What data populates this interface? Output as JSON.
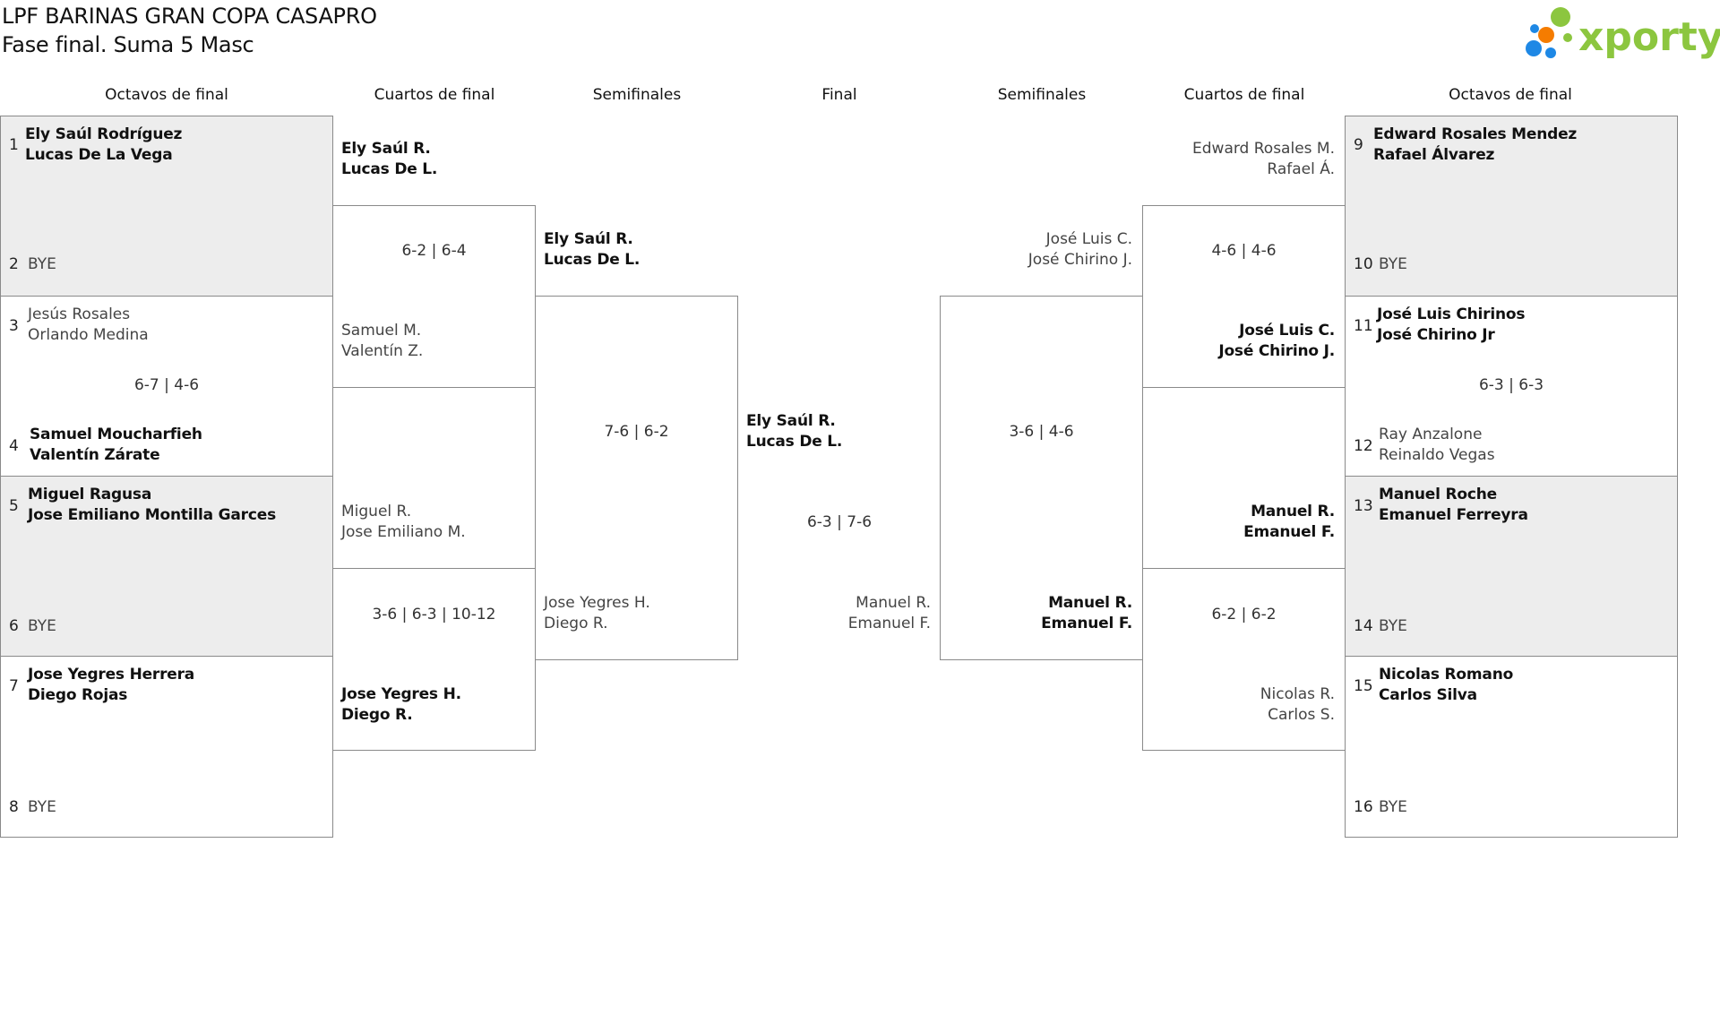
{
  "title": "LPF BARINAS GRAN COPA CASAPRO",
  "subtitle": "Fase final. Suma 5 Masc",
  "logo_text": "xporty",
  "rounds": {
    "left_r16": "Octavos de final",
    "left_qf": "Cuartos de final",
    "left_sf": "Semifinales",
    "final": "Final",
    "right_sf": "Semifinales",
    "right_qf": "Cuartos de final",
    "right_r16": "Octavos de final"
  },
  "left_r16": [
    {
      "seed": "1",
      "p1": "Ely Saúl Rodríguez",
      "p2": "Lucas De La Vega"
    },
    {
      "seed": "2",
      "p1": "BYE",
      "p2": ""
    },
    {
      "seed": "3",
      "p1": "Jesús Rosales",
      "p2": "Orlando Medina"
    },
    {
      "seed": "4",
      "p1": "Samuel Moucharfieh",
      "p2": "Valentín Zárate"
    },
    {
      "seed": "5",
      "p1": "Miguel Ragusa",
      "p2": "Jose Emiliano Montilla Garces"
    },
    {
      "seed": "6",
      "p1": "BYE",
      "p2": ""
    },
    {
      "seed": "7",
      "p1": "Jose Yegres Herrera",
      "p2": "Diego Rojas"
    },
    {
      "seed": "8",
      "p1": "BYE",
      "p2": ""
    }
  ],
  "left_r16_scores": [
    "6-7 | 4-6"
  ],
  "left_qf": [
    {
      "p1": "Ely Saúl R.",
      "p2": "Lucas De L."
    },
    {
      "p1": "Samuel M.",
      "p2": "Valentín Z."
    },
    {
      "p1": "Miguel R.",
      "p2": "Jose Emiliano M."
    },
    {
      "p1": "Jose Yegres H.",
      "p2": "Diego R."
    }
  ],
  "left_qf_scores": [
    "6-2 | 6-4",
    "3-6 | 6-3 | 10-12"
  ],
  "left_sf": [
    {
      "p1": "Ely Saúl R.",
      "p2": "Lucas De L."
    },
    {
      "p1": "Jose Yegres H.",
      "p2": "Diego R."
    }
  ],
  "left_sf_score": "7-6 | 6-2",
  "final": {
    "left": {
      "p1": "Ely Saúl R.",
      "p2": "Lucas De L."
    },
    "right": {
      "p1": "Manuel R.",
      "p2": "Emanuel F."
    },
    "score": "6-3 | 7-6"
  },
  "right_sf": [
    {
      "p1": "José Luis C.",
      "p2": "José Chirino J."
    },
    {
      "p1": "Manuel R.",
      "p2": "Emanuel F."
    }
  ],
  "right_sf_score": "3-6 | 4-6",
  "right_qf": [
    {
      "p1": "Edward Rosales M.",
      "p2": "Rafael Á."
    },
    {
      "p1": "José Luis C.",
      "p2": "José Chirino J."
    },
    {
      "p1": "Manuel R.",
      "p2": "Emanuel F."
    },
    {
      "p1": "Nicolas R.",
      "p2": "Carlos S."
    }
  ],
  "right_qf_scores": [
    "4-6 | 4-6",
    "6-2 | 6-2"
  ],
  "right_r16": [
    {
      "seed": "9",
      "p1": "Edward Rosales Mendez",
      "p2": "Rafael Álvarez"
    },
    {
      "seed": "10",
      "p1": "BYE",
      "p2": ""
    },
    {
      "seed": "11",
      "p1": "José Luis Chirinos",
      "p2": "José Chirino Jr"
    },
    {
      "seed": "12",
      "p1": "Ray Anzalone",
      "p2": "Reinaldo Vegas"
    },
    {
      "seed": "13",
      "p1": "Manuel Roche",
      "p2": "Emanuel Ferreyra"
    },
    {
      "seed": "14",
      "p1": "BYE",
      "p2": ""
    },
    {
      "seed": "15",
      "p1": "Nicolas Romano",
      "p2": "Carlos Silva"
    },
    {
      "seed": "16",
      "p1": "BYE",
      "p2": ""
    }
  ],
  "right_r16_scores": [
    "6-3 | 6-3"
  ],
  "colors": {
    "bye_bg": "#ededed",
    "border": "#8a8a8a",
    "logo_green": "#8cc63f",
    "logo_blue": "#1e88e5",
    "logo_orange": "#f57c00"
  }
}
